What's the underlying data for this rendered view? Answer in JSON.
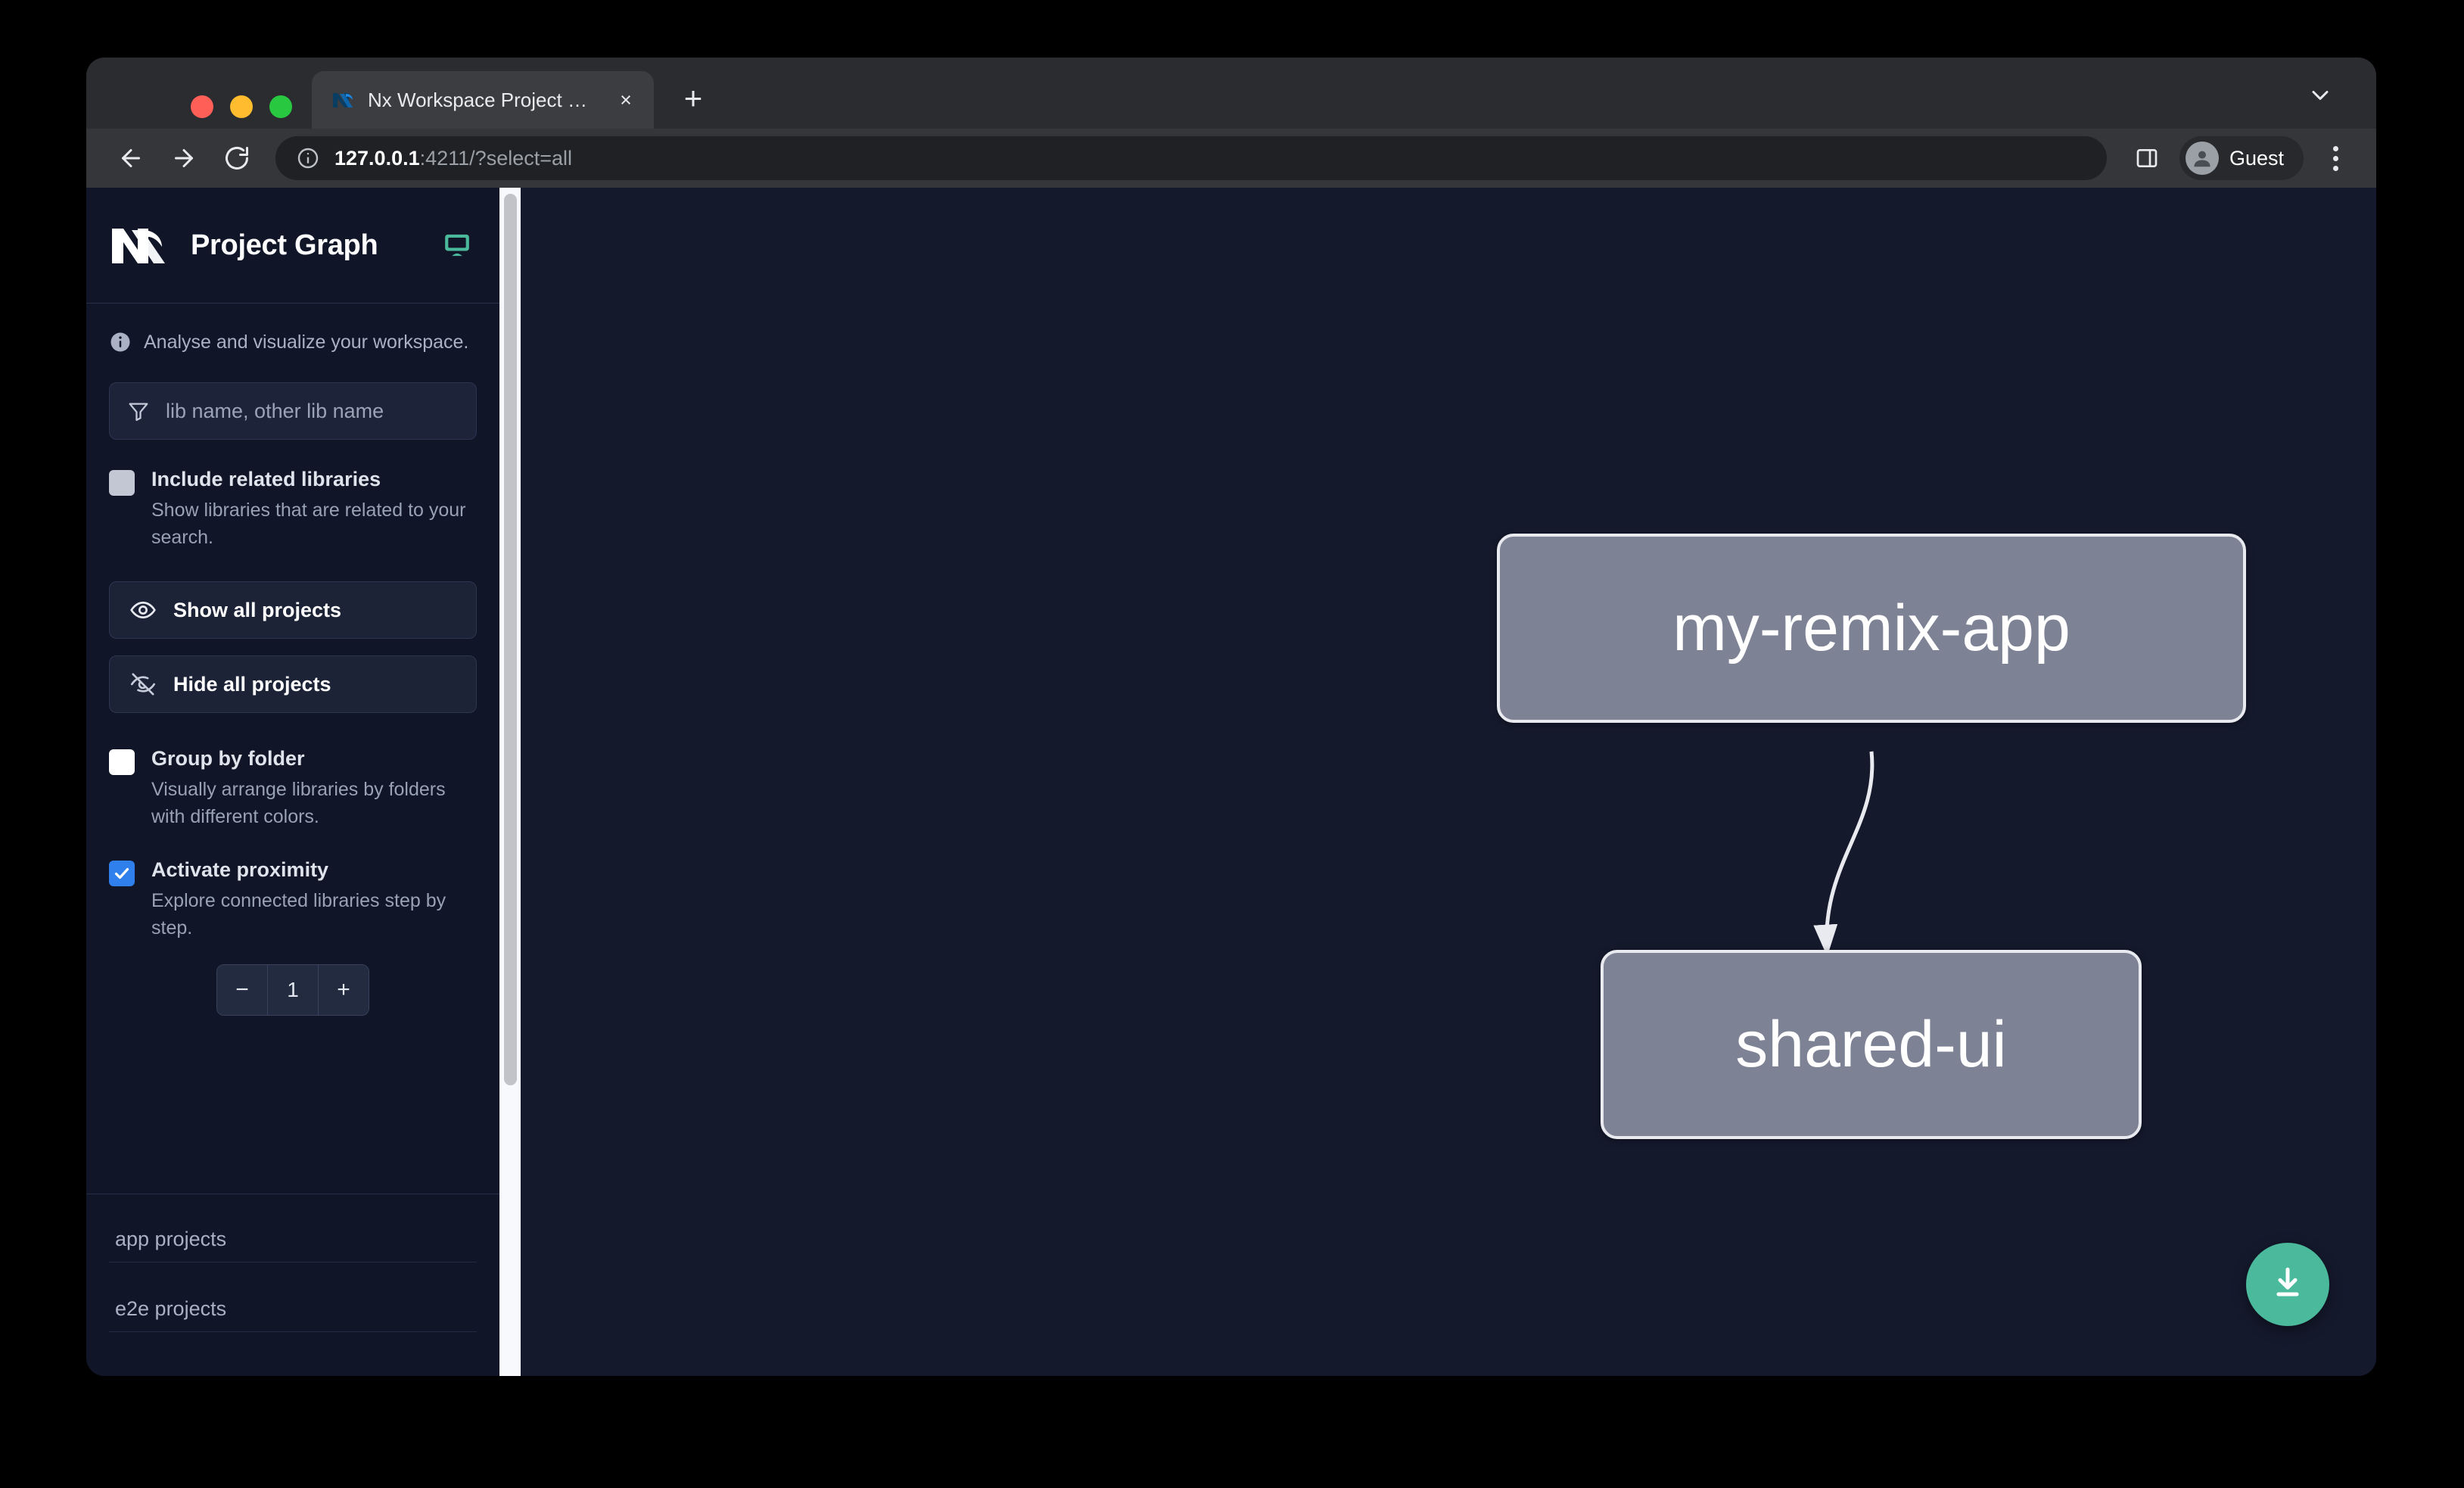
{
  "browser": {
    "tab": {
      "title": "Nx Workspace Project Graph",
      "favicon": "nx-favicon-icon",
      "close_label": "×"
    },
    "new_tab_label": "+",
    "toolbar": {
      "back_icon": "back-arrow-icon",
      "forward_icon": "forward-arrow-icon",
      "reload_icon": "reload-icon",
      "info_icon": "site-info-icon",
      "url_host": "127.0.0.1",
      "url_rest": ":4211/?select=all",
      "url_full": "127.0.0.1:4211/?select=all",
      "side_panel_icon": "side-panel-icon",
      "profile_name": "Guest",
      "menu_icon": "three-dot-menu-icon"
    },
    "tabstrip_chevron_icon": "chevron-down-icon"
  },
  "sidebar": {
    "logo": "nx-logo",
    "title": "Project Graph",
    "display_icon": "monitor-icon",
    "tagline": "Analyse and visualize your workspace.",
    "filter": {
      "icon": "funnel-filter-icon",
      "placeholder": "lib name, other lib name",
      "value": ""
    },
    "options": [
      {
        "id": "include-related-libraries",
        "label": "Include related libraries",
        "description": "Show libraries that are related to your search.",
        "checked": false,
        "checkbox_style": "grey"
      },
      {
        "id": "group-by-folder",
        "label": "Group by folder",
        "description": "Visually arrange libraries by folders with different colors.",
        "checked": false,
        "checkbox_style": "white"
      },
      {
        "id": "activate-proximity",
        "label": "Activate proximity",
        "description": "Explore connected libraries step by step.",
        "checked": true,
        "checkbox_style": "blue"
      }
    ],
    "buttons": [
      {
        "id": "show-all-projects",
        "label": "Show all projects",
        "icon": "eye-icon"
      },
      {
        "id": "hide-all-projects",
        "label": "Hide all projects",
        "icon": "eye-off-icon"
      }
    ],
    "stepper": {
      "decrement_label": "−",
      "value": "1",
      "increment_label": "+"
    },
    "project_groups": [
      {
        "id": "app-projects",
        "label": "app projects"
      },
      {
        "id": "e2e-projects",
        "label": "e2e projects"
      }
    ]
  },
  "graph": {
    "nodes": [
      {
        "id": "my-remix-app",
        "label": "my-remix-app",
        "type": "app"
      },
      {
        "id": "shared-ui",
        "label": "shared-ui",
        "type": "lib"
      }
    ],
    "edges": [
      {
        "from": "my-remix-app",
        "to": "shared-ui"
      }
    ],
    "download_button": {
      "icon": "download-icon",
      "color": "#4bb99b"
    }
  },
  "colors": {
    "accent_green": "#4bb99b",
    "checkbox_blue": "#2f80ed",
    "sidebar_bg": "#101527",
    "canvas_bg": "#14192c",
    "node_fill": "#7d8295",
    "node_border": "#e9eaef"
  }
}
